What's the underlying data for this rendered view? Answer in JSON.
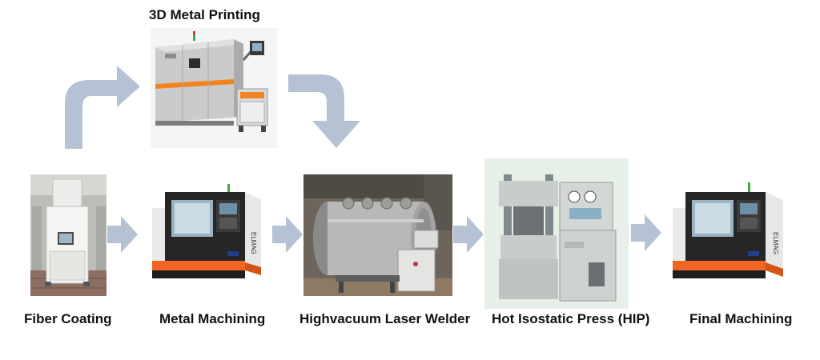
{
  "steps": {
    "top": "3D Metal Printing",
    "fiber": "Fiber Coating",
    "metal": "Metal Machining",
    "laser": "Highvacuum Laser Welder",
    "hip": "Hot Isostatic Press (HIP)",
    "final": "Final Machining"
  },
  "colors": {
    "arrow": "#b4c2d4",
    "cnc_orange": "#f26522",
    "printer_orange": "#f58220"
  },
  "icons": {
    "flow_arrow": "arrow-right-icon",
    "curved_up": "curved-arrow-up-right-icon",
    "curved_down": "curved-arrow-down-icon"
  }
}
